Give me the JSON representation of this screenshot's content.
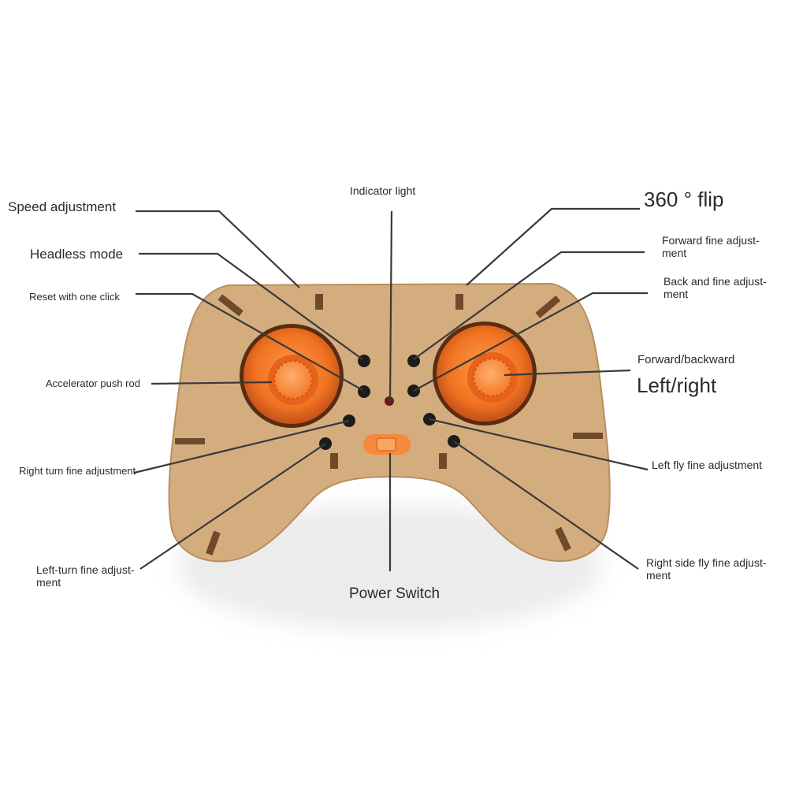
{
  "colors": {
    "board": "#d4ad7f",
    "board_edge": "#b98d5e",
    "knob": "#f07a2a",
    "knob_dark": "#5a2c10",
    "button": "#1c1c1c",
    "switch": "#f58a3c",
    "leader_line": "#3a3a3a",
    "indicator": "#6b1a1a"
  },
  "labels": {
    "speed_adjustment": "Speed adjustment",
    "headless_mode": "Headless mode",
    "reset_one_click": "Reset with one click",
    "accelerator_push_rod": "Accelerator push rod",
    "right_turn_fine": "Right turn fine adjustment",
    "left_turn_fine_1": "Left-turn fine adjust-",
    "left_turn_fine_2": "ment",
    "indicator_light": "Indicator light",
    "power_switch": "Power Switch",
    "flip_360": "360 ° flip",
    "forward_fine_1": "Forward fine adjust-",
    "forward_fine_2": "ment",
    "back_fine_1": "Back and fine adjust-",
    "back_fine_2": "ment",
    "forward_backward": "Forward/backward",
    "left_right": "Left/right",
    "left_fly_fine": "Left fly fine adjustment",
    "right_fly_fine_1": "Right side fly fine adjust-",
    "right_fly_fine_2": "ment"
  },
  "icons": {
    "controller": "wooden-gamepad-icon",
    "left_stick": "left-joystick-icon",
    "right_stick": "right-joystick-icon"
  }
}
